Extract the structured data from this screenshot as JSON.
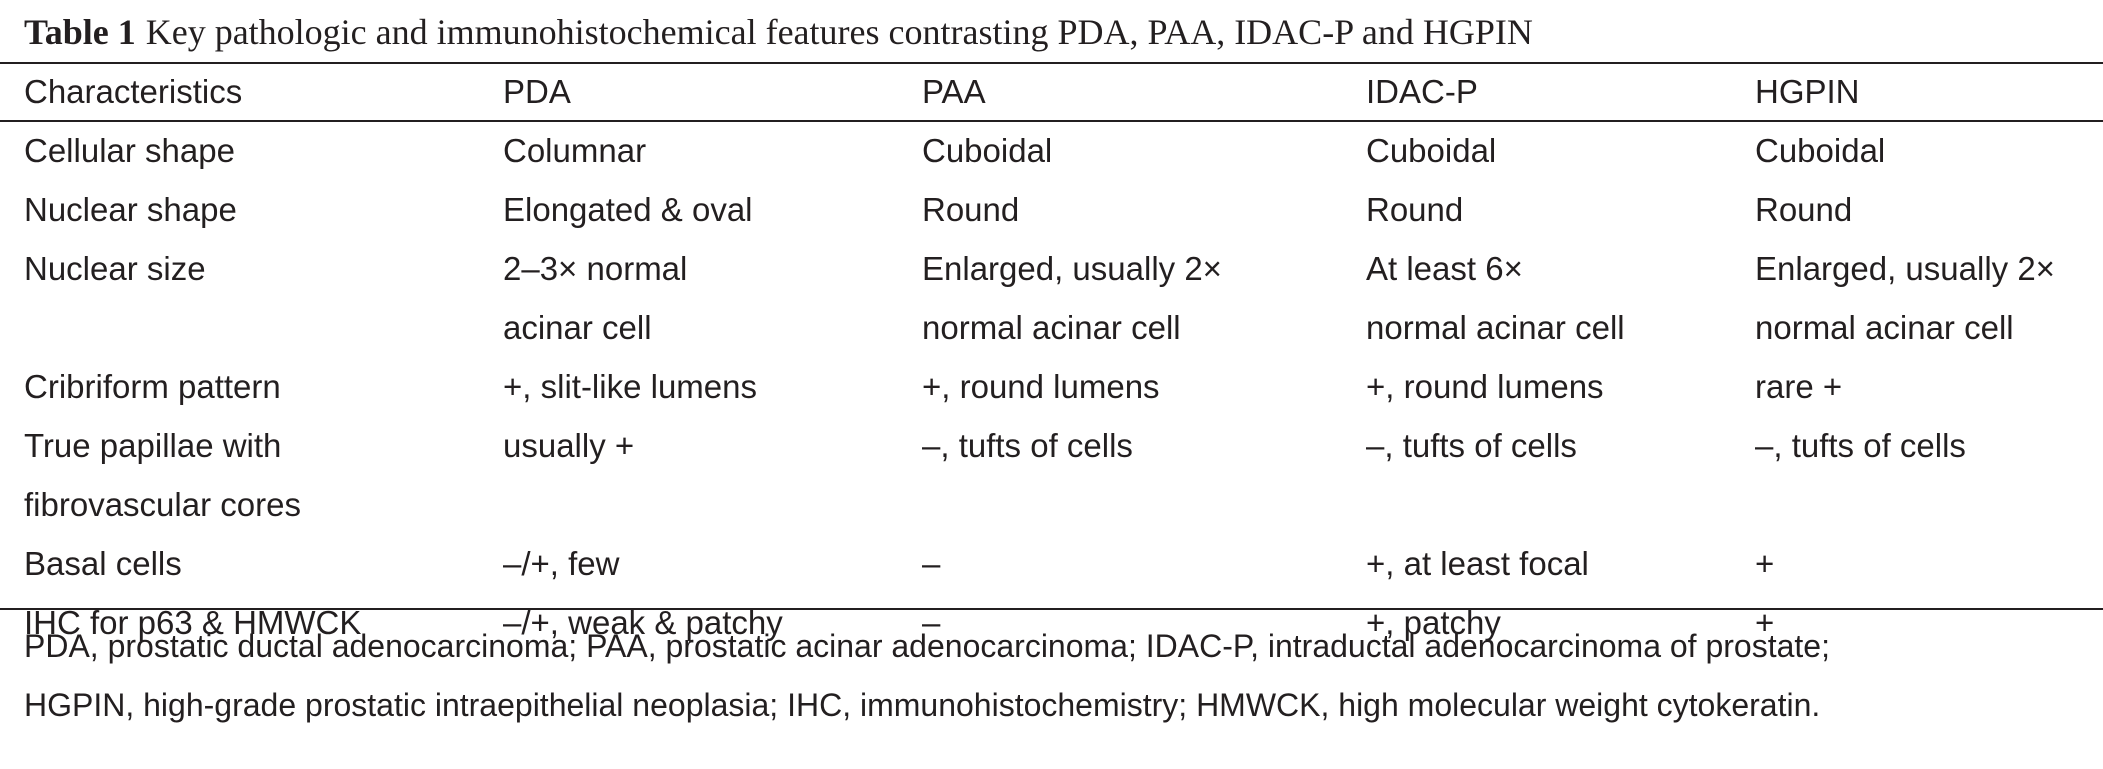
{
  "caption": {
    "label": "Table 1",
    "title": "Key pathologic and immunohistochemical features contrasting PDA, PAA, IDAC-P and HGPIN"
  },
  "headers": [
    "Characteristics",
    "PDA",
    "PAA",
    "IDAC-P",
    "HGPIN"
  ],
  "rows": [
    {
      "characteristic": [
        "Cellular shape"
      ],
      "pda": [
        "Columnar"
      ],
      "paa": [
        "Cuboidal"
      ],
      "idacp": [
        "Cuboidal"
      ],
      "hgpin": [
        "Cuboidal"
      ]
    },
    {
      "characteristic": [
        "Nuclear shape"
      ],
      "pda": [
        "Elongated & oval"
      ],
      "paa": [
        "Round"
      ],
      "idacp": [
        "Round"
      ],
      "hgpin": [
        "Round"
      ]
    },
    {
      "characteristic": [
        "Nuclear size"
      ],
      "pda": [
        "2–3× normal",
        "acinar cell"
      ],
      "paa": [
        "Enlarged, usually 2×",
        "normal acinar cell"
      ],
      "idacp": [
        "At least 6×",
        "normal acinar cell"
      ],
      "hgpin": [
        "Enlarged, usually 2×",
        "normal acinar cell"
      ]
    },
    {
      "characteristic": [
        "Cribriform pattern"
      ],
      "pda": [
        "+, slit-like lumens"
      ],
      "paa": [
        "+, round lumens"
      ],
      "idacp": [
        "+, round lumens"
      ],
      "hgpin": [
        "rare +"
      ]
    },
    {
      "characteristic": [
        "True papillae with",
        "fibrovascular cores"
      ],
      "pda": [
        "usually +"
      ],
      "paa": [
        "–, tufts of cells"
      ],
      "idacp": [
        "–, tufts of cells"
      ],
      "hgpin": [
        "–, tufts of cells"
      ]
    },
    {
      "characteristic": [
        "Basal cells"
      ],
      "pda": [
        "–/+, few"
      ],
      "paa": [
        "–"
      ],
      "idacp": [
        "+, at least focal"
      ],
      "hgpin": [
        "+"
      ]
    },
    {
      "characteristic": [
        "IHC for p63 & HMWCK"
      ],
      "pda": [
        "–/+, weak & patchy"
      ],
      "paa": [
        "–"
      ],
      "idacp": [
        "+, patchy"
      ],
      "hgpin": [
        "+"
      ]
    }
  ],
  "footnote": [
    "PDA, prostatic ductal adenocarcinoma; PAA, prostatic acinar adenocarcinoma; IDAC-P, intraductal adenocarcinoma of prostate;",
    "HGPIN, high-grade prostatic intraepithelial neoplasia; IHC, immunohistochemistry; HMWCK, high molecular weight cytokeratin."
  ]
}
